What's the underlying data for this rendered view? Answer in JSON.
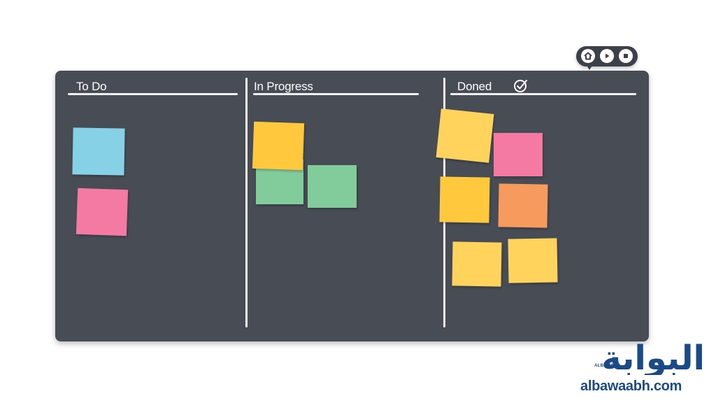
{
  "board": {
    "columns": [
      {
        "title": "To Do",
        "notes": [
          {
            "color": "#86d1e6",
            "rotate": 1
          },
          {
            "color": "#f47aa4",
            "rotate": 2
          }
        ]
      },
      {
        "title": "In Progress",
        "notes": [
          {
            "color": "#82cc9c",
            "rotate": 0
          },
          {
            "color": "#ffc83d",
            "rotate": 2
          },
          {
            "color": "#82cc9c",
            "rotate": 0
          }
        ]
      },
      {
        "title": "Doned",
        "notes": [
          {
            "color": "#ffd35c",
            "rotate": 6
          },
          {
            "color": "#f47aa4",
            "rotate": 0
          },
          {
            "color": "#ffc83d",
            "rotate": 1
          },
          {
            "color": "#f79a5e",
            "rotate": 1
          },
          {
            "color": "#ffd35c",
            "rotate": 1
          },
          {
            "color": "#ffd35c",
            "rotate": -1
          }
        ]
      }
    ],
    "done_marker_icon": "check-circle-icon"
  },
  "toolbar": {
    "icons": [
      "home-icon",
      "play-icon",
      "stop-icon"
    ]
  },
  "watermark": {
    "arabic": "البوابة",
    "small": "ALBAWABH",
    "domain": "albawaabh.com"
  },
  "colors": {
    "board": "#474c55",
    "line": "#eef0f2",
    "brand": "#1b4a86"
  }
}
